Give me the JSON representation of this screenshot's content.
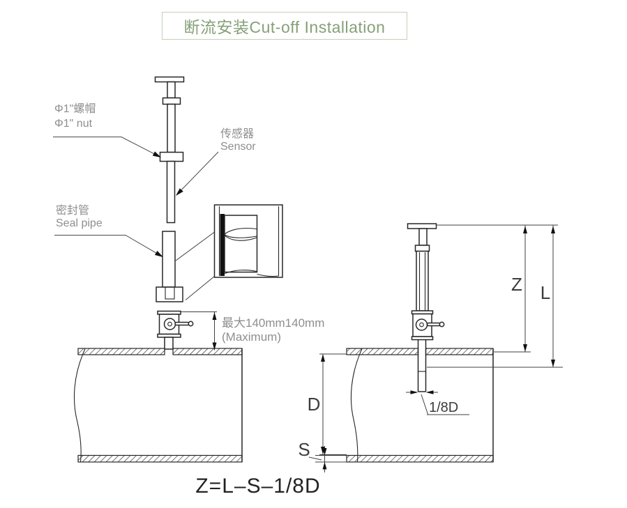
{
  "title": "断流安装Cut-off Installation",
  "callouts": {
    "nut": {
      "cn": "Φ1\"螺帽",
      "en": "Φ1\" nut"
    },
    "sensor": {
      "cn": "传感器",
      "en": "Sensor"
    },
    "seal_pipe": {
      "cn": "密封管",
      "en": "Seal pipe"
    },
    "max_height": {
      "line1": "最大140mm140mm",
      "line2": "(Maximum)"
    }
  },
  "dimensions": {
    "z": "Z",
    "l": "L",
    "d": "D",
    "s": "S",
    "eighth_d": "1/8D"
  },
  "formula": "Z=L–S–1/8D",
  "colors": {
    "title_green": "#86a077",
    "title_border": "#c5cfba",
    "label_gray": "#8e8e8e",
    "line_dark": "#262626",
    "dim_gray": "#3c3c3c"
  }
}
